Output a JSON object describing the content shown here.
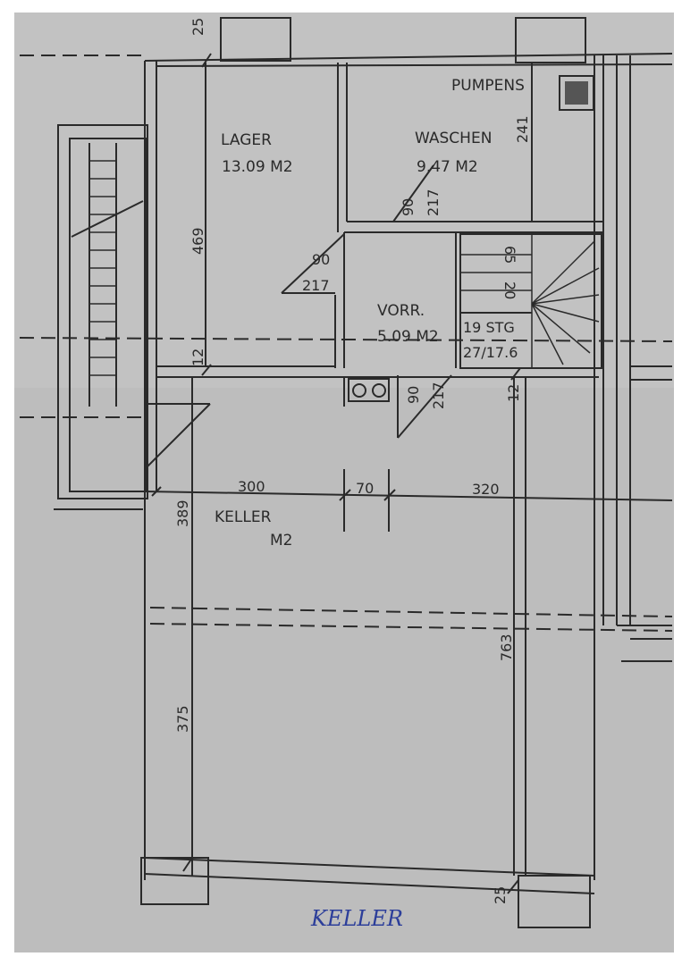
{
  "colors": {
    "paper": "#b9b9b9",
    "paper_light": "#c8c8c8",
    "ink": "#2a2a2a",
    "handwriting": "#2c3e9a",
    "background": "#ffffff"
  },
  "rooms": {
    "lager": {
      "name": "LAGER",
      "area": "13.09 M2"
    },
    "waschen": {
      "name": "WASCHEN",
      "area": "9.47 M2"
    },
    "vorr": {
      "name": "VORR.",
      "area": "5.09 M2"
    },
    "keller": {
      "name": "KELLER",
      "area": "M2"
    },
    "pumpens": {
      "name": "PUMPENS"
    }
  },
  "stairs": {
    "steps": "19 STG",
    "ratio": "27/17.6",
    "label_65": "65",
    "label_20": "20"
  },
  "dimensions": {
    "top_wall": "25",
    "bottom_wall": "25",
    "lager_height": "469",
    "lager_wall": "12",
    "waschen_height": "241",
    "door_width_1": "90",
    "door_height_1": "217",
    "door_width_2": "90",
    "door_height_2": "217",
    "door_width_3": "90",
    "door_height_3": "217",
    "stair_wall": "12",
    "keller_width_left": "300",
    "keller_width_mid": "70",
    "keller_width_right": "320",
    "keller_left_height": "389",
    "keller_height_total": "763",
    "keller_lower_height": "375"
  },
  "handwritten_note": "KELLER"
}
